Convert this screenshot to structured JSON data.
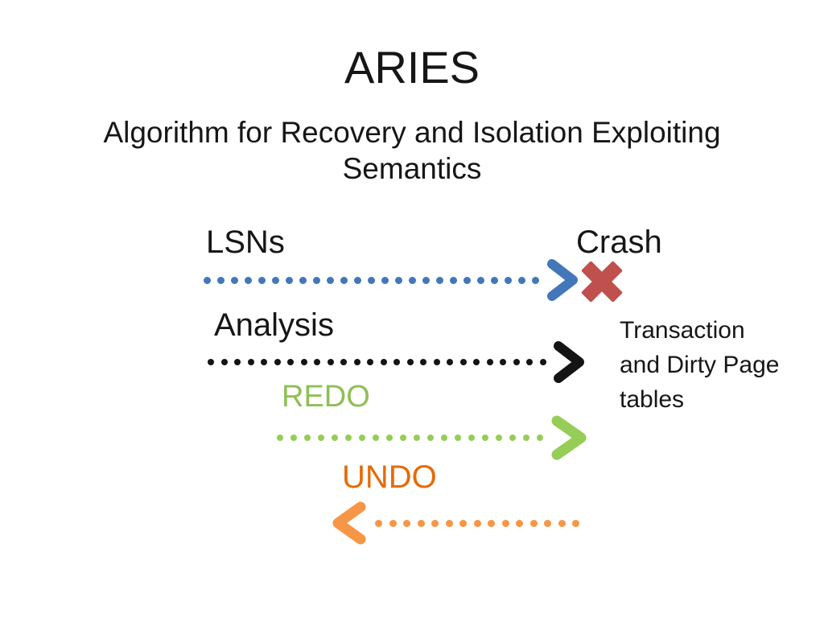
{
  "slide": {
    "title": "ARIES",
    "subtitle_line1": "Algorithm for Recovery and Isolation Exploiting",
    "subtitle_line2": "Semantics",
    "background_color": "#ffffff",
    "text_color": "#161616"
  },
  "diagram": {
    "lsns_label": "LSNs",
    "crash_label": "Crash",
    "analysis_label": "Analysis",
    "redo_label": "REDO",
    "undo_label": "UNDO",
    "side_note": {
      "line1": "Transaction",
      "line2": "and Dirty Page",
      "line3": "tables"
    },
    "colors": {
      "blue_arrow": "#4377B9",
      "black_arrow": "#141414",
      "green_text": "#8FBF55",
      "green_arrow": "#95CD57",
      "orange_text": "#E36C0A",
      "orange_arrow": "#F79646",
      "crash_red": "#C0504D"
    },
    "arrows": [
      {
        "name": "lsn-arrow",
        "label": "LSNs",
        "direction": "right",
        "dots": 25,
        "style": "dotted"
      },
      {
        "name": "analysis-arrow",
        "label": "Analysis",
        "direction": "right",
        "dots": 26,
        "style": "dotted"
      },
      {
        "name": "redo-arrow",
        "label": "REDO",
        "direction": "right",
        "dots": 20,
        "style": "dotted"
      },
      {
        "name": "undo-arrow",
        "label": "UNDO",
        "direction": "left",
        "dots": 15,
        "style": "dotted"
      }
    ]
  }
}
